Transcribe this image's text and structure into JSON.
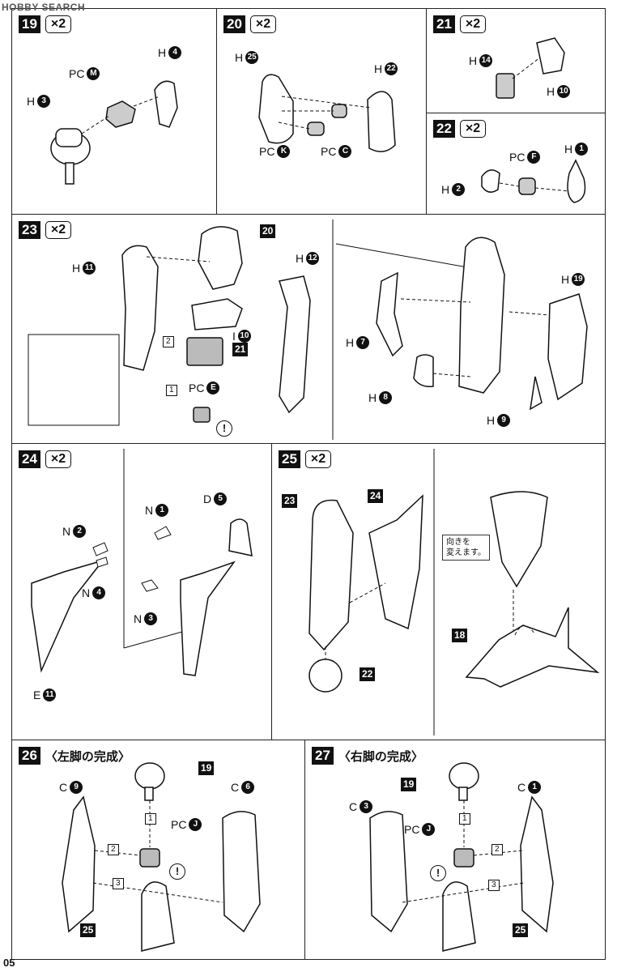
{
  "header": "HOBBY SEARCH",
  "page_number": "05",
  "steps": {
    "s19": {
      "num": "19",
      "mult": "×2"
    },
    "s20": {
      "num": "20",
      "mult": "×2"
    },
    "s21": {
      "num": "21",
      "mult": "×2"
    },
    "s22": {
      "num": "22",
      "mult": "×2"
    },
    "s23": {
      "num": "23",
      "mult": "×2"
    },
    "s24": {
      "num": "24",
      "mult": "×2"
    },
    "s25": {
      "num": "25",
      "mult": "×2"
    },
    "s26": {
      "num": "26",
      "title": "〈左脚の完成〉"
    },
    "s27": {
      "num": "27",
      "title": "〈右脚の完成〉"
    }
  },
  "labels": {
    "h": "H",
    "pc": "PC",
    "i": "I",
    "n": "N",
    "d": "D",
    "e": "E",
    "c": "C",
    "one": "1",
    "two": "2",
    "three": "3",
    "exclaim": "!",
    "note": "向きを\n変えます。"
  },
  "part_numbers": {
    "p19": [
      "3",
      "M",
      "4"
    ],
    "p20": [
      "25",
      "22",
      "K",
      "C"
    ],
    "p21": [
      "14",
      "10"
    ],
    "p22": [
      "2",
      "F",
      "1"
    ],
    "p23": [
      "11",
      "20",
      "12",
      "10",
      "21",
      "E",
      "7",
      "8",
      "9",
      "19"
    ],
    "p24": [
      "2",
      "4",
      "11",
      "1",
      "5",
      "3"
    ],
    "p25": [
      "23",
      "24",
      "22",
      "18"
    ],
    "p26": [
      "9",
      "19",
      "J",
      "6",
      "25"
    ],
    "p27": [
      "19",
      "1",
      "3",
      "J",
      "25"
    ]
  }
}
